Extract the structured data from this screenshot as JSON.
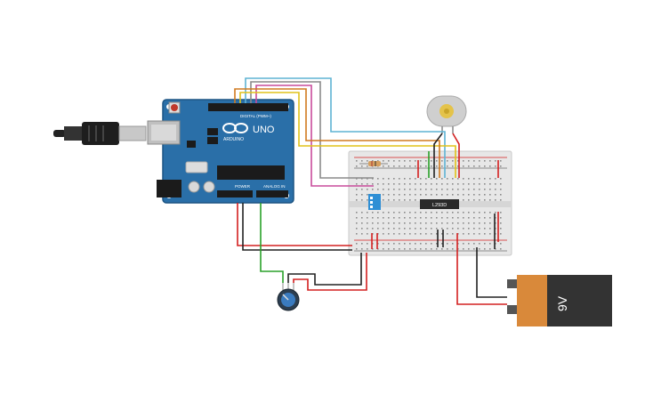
{
  "arduino": {
    "brand": "ARDUINO",
    "model": "UNO",
    "digital_header": "DIGITAL (PWM~)",
    "power_header": "POWER",
    "analog_header": "ANALOG IN",
    "board_color": "#2a6fa8"
  },
  "chip": {
    "label": "L293D"
  },
  "battery": {
    "label": "9V",
    "body_color": "#333333",
    "cap_color": "#d9893a"
  },
  "colors": {
    "wire_red": "#d42020",
    "wire_black": "#222222",
    "wire_green": "#2aa12a",
    "wire_yellow": "#e0c21a",
    "wire_cyan": "#5fb4d4",
    "wire_gray": "#8a8a8a",
    "wire_magenta": "#c94b9b",
    "wire_orange": "#d07a20"
  },
  "icons": {
    "usb": "usb-cable-icon",
    "motor": "dc-motor-icon",
    "potentiometer": "potentiometer-icon",
    "dip_switch": "dip-switch-icon",
    "resistor": "resistor-icon"
  }
}
